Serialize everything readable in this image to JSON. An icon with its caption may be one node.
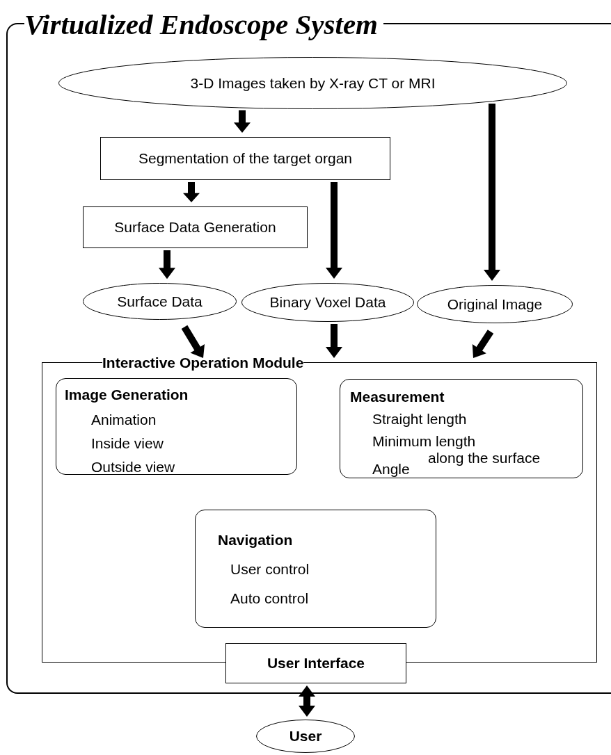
{
  "diagram": {
    "nodes": [
      {
        "text": [
          "Virtualized Endoscope System"
        ]
      },
      {
        "text": [
          "3-D Images taken by X-ray CT or MRI"
        ],
        "in": 0
      },
      {
        "text": [
          "Segmentation of the target organ"
        ],
        "in": 0
      },
      {
        "text": [
          "Surface Data Generation"
        ],
        "in": 0
      },
      {
        "text": [
          "Surface Data"
        ],
        "in": 0
      },
      {
        "text": [
          "Binary Voxel Data"
        ],
        "in": 0
      },
      {
        "text": [
          "Original Image"
        ],
        "in": 0
      },
      {
        "text": [
          "Interactive Operation Module"
        ],
        "in": 0
      },
      {
        "text": [
          "Image Generation",
          "Animation",
          "Inside view",
          "Outside view"
        ],
        "in": 7
      },
      {
        "text": [
          "Measurement",
          "Straight length",
          "Minimum length",
          "along the surface",
          "Angle"
        ],
        "in": 7
      },
      {
        "text": [
          "Navigation",
          "User control",
          "Auto control"
        ],
        "in": 7
      },
      {
        "text": [
          "User Interface"
        ],
        "in": 0
      },
      {
        "text": [
          "User"
        ]
      }
    ],
    "edges": [
      {
        "from": 1,
        "to": 2,
        "arrow": "to"
      },
      {
        "from": 1,
        "to": 6,
        "arrow": "to"
      },
      {
        "from": 2,
        "to": 3,
        "arrow": "to"
      },
      {
        "from": 2,
        "to": 5,
        "arrow": "to"
      },
      {
        "from": 3,
        "to": 4,
        "arrow": "to"
      },
      {
        "from": 4,
        "to": 7,
        "arrow": "to"
      },
      {
        "from": 5,
        "to": 7,
        "arrow": "to"
      },
      {
        "from": 6,
        "to": 7,
        "arrow": "to"
      },
      {
        "from": 11,
        "to": 12,
        "arrow": "both"
      }
    ]
  }
}
